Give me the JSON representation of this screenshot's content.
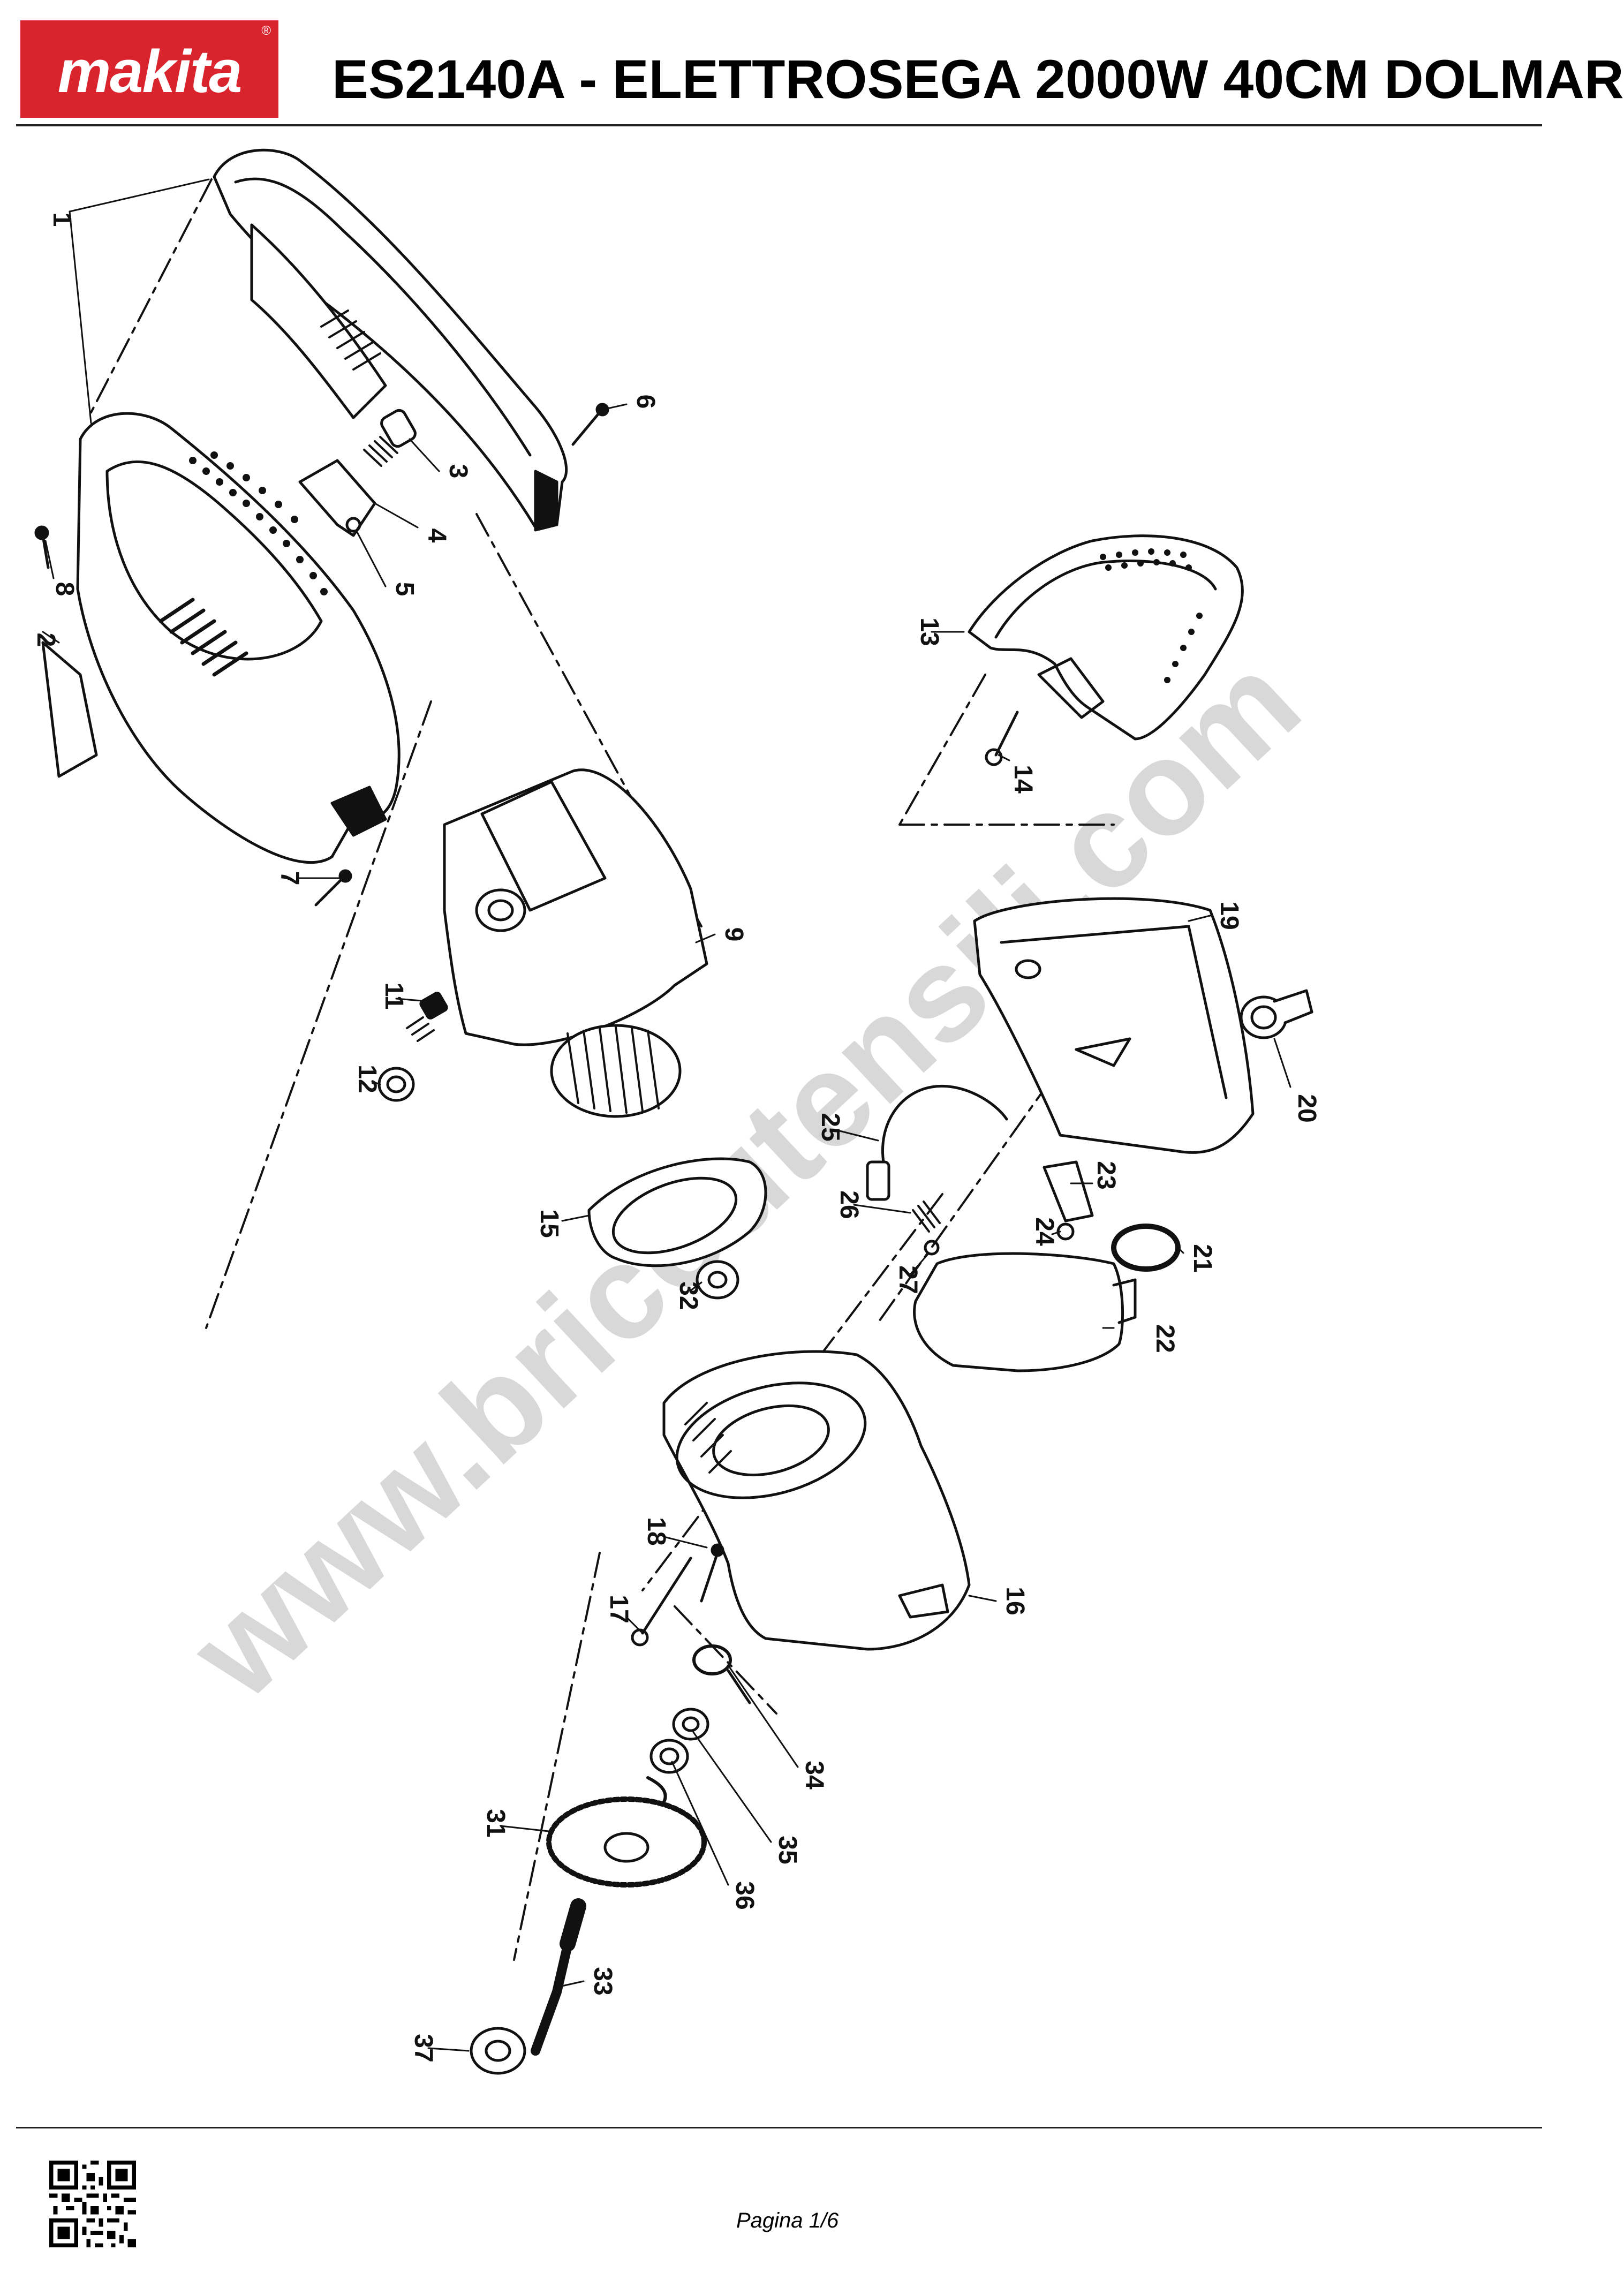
{
  "header": {
    "brand": "makita",
    "title": "ES2140A - ELETTROSEGA 2000W 40CM DOLMAR"
  },
  "watermark": "www.bricoutensili.com",
  "footer": {
    "page": "Pagina 1/6"
  },
  "parts": [
    "1",
    "2",
    "3",
    "4",
    "5",
    "6",
    "7",
    "8",
    "9",
    "11",
    "12",
    "13",
    "14",
    "15",
    "16",
    "17",
    "18",
    "19",
    "20",
    "21",
    "22",
    "23",
    "24",
    "25",
    "26",
    "27",
    "31",
    "32",
    "33",
    "34",
    "35",
    "36",
    "37"
  ],
  "colors": {
    "brand_red": "#d9232d",
    "ink": "#111111",
    "watermark": "#d6d6d6"
  }
}
